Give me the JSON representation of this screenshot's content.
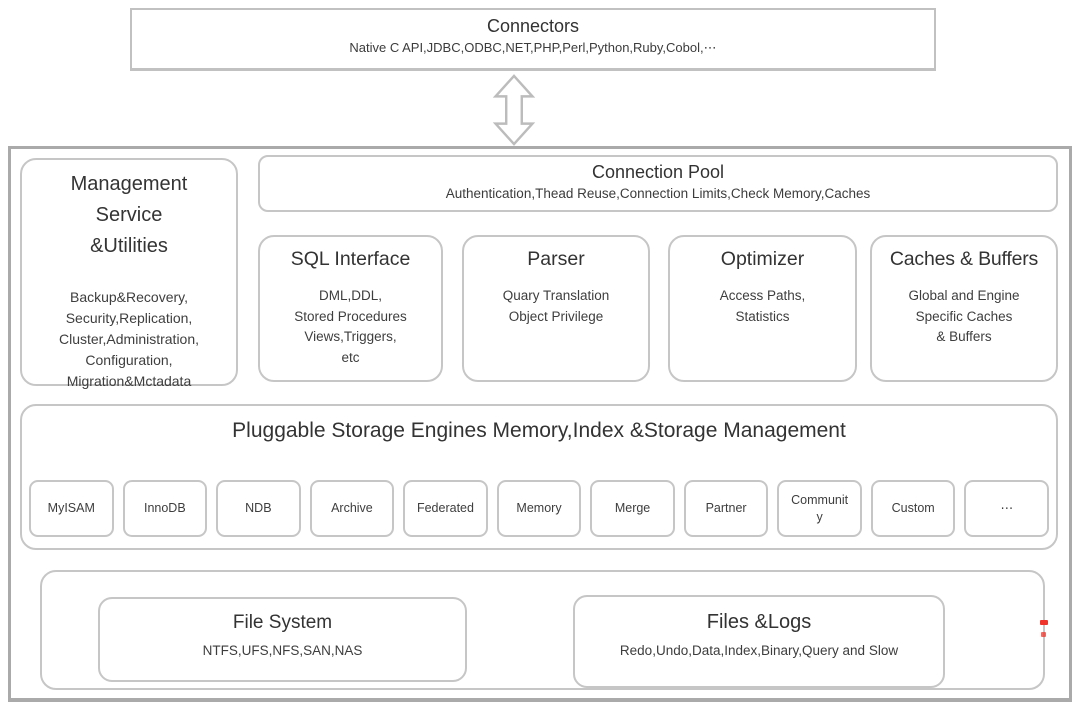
{
  "palette": {
    "box_border": "#c6c6c6",
    "container_border": "#aaaaaa",
    "text_primary": "#333333",
    "artifact_red": "#f0342c"
  },
  "connectors": {
    "title": "Connectors",
    "subtitle": "Native C API,JDBC,ODBC,NET,PHP,Perl,Python,Ruby,Cobol,⋯"
  },
  "management": {
    "title_lines": [
      "Management",
      "Service",
      "&Utilities"
    ],
    "body_lines": [
      "Backup&Recovery,",
      "Security,Replication,",
      "Cluster,Administration,",
      "Configuration,",
      "Migration&Mctadata"
    ]
  },
  "connection_pool": {
    "title": "Connection Pool",
    "subtitle": "Authentication,Thead Reuse,Connection Limits,Check Memory,Caches"
  },
  "components": [
    {
      "title": "SQL Interface",
      "lines": [
        "DML,DDL,",
        "Stored Procedures",
        "Views,Triggers,",
        "etc"
      ]
    },
    {
      "title": "Parser",
      "lines": [
        "Quary Translation",
        "Object Privilege"
      ]
    },
    {
      "title": "Optimizer",
      "lines": [
        "Access Paths,",
        "Statistics"
      ]
    },
    {
      "title": "Caches & Buffers",
      "lines": [
        "Global and Engine",
        "Specific Caches",
        "& Buffers"
      ]
    }
  ],
  "storage_engines": {
    "title": "Pluggable Storage Engines Memory,Index &Storage Management",
    "engines": [
      "MyISAM",
      "InnoDB",
      "NDB",
      "Archive",
      "Federated",
      "Memory",
      "Merge",
      "Partner",
      "Community",
      "Custom",
      "⋯"
    ]
  },
  "bottom": {
    "file_system": {
      "title": "File System",
      "subtitle": "NTFS,UFS,NFS,SAN,NAS"
    },
    "files_logs": {
      "title": "Files &Logs",
      "subtitle": "Redo,Undo,Data,Index,Binary,Query and Slow"
    }
  }
}
